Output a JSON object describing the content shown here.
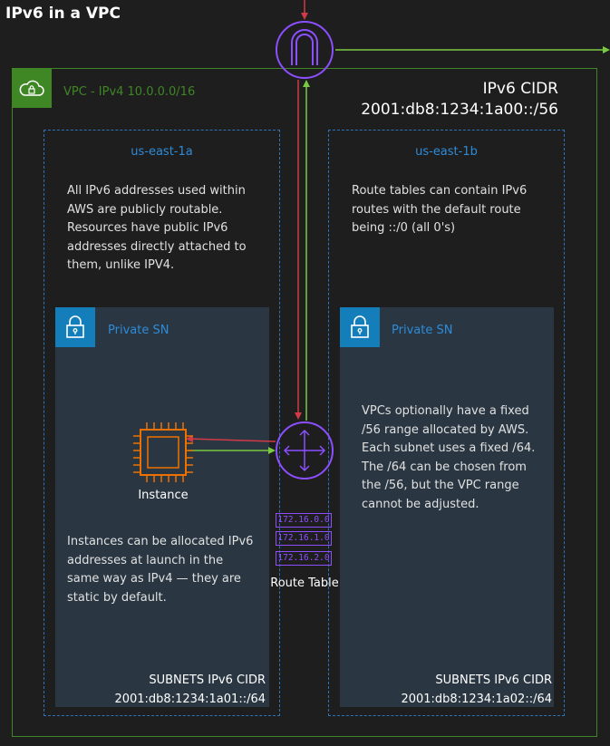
{
  "title": "IPv6 in a VPC",
  "vpc": {
    "label": "VPC - IPv4 10.0.0.0/16",
    "cidr_title": "IPv6 CIDR",
    "cidr_value": "2001:db8:1234:1a00::/56"
  },
  "zones": [
    {
      "name": "us-east-1a",
      "note": "All IPv6 addresses used within AWS are publicly routable. Resources have public IPv6 addresses directly attached to them, unlike IPV4.",
      "subnet": {
        "label": "Private SN",
        "cidr_title": "SUBNETS IPv6 CIDR",
        "cidr_value": "2001:db8:1234:1a01::/64"
      }
    },
    {
      "name": "us-east-1b",
      "note": "Route tables can contain IPv6 routes with the default route being ::/0 (all 0's)",
      "subnet": {
        "label": "Private SN",
        "cidr_title": "SUBNETS IPv6 CIDR",
        "cidr_value": "2001:db8:1234:1a02::/64"
      }
    }
  ],
  "instance": {
    "label": "Instance",
    "note": "Instances can be allocated IPv6 addresses at launch in the same way as IPv4 — they are static by default."
  },
  "vpc_note": "VPCs optionally have a fixed /56 range allocated by AWS. Each subnet uses a fixed /64. The /64 can be chosen from the /56, but the VPC range cannot be adjusted.",
  "route_table": {
    "label": "Route Table",
    "rows": [
      "172.16.0.0",
      "172.16.1.0",
      "172.16.2.0"
    ]
  },
  "colors": {
    "vpc": "#3f8624",
    "az": "#2e73b8",
    "subnet_fill": "#2a3742",
    "subnet_badge": "#147eba",
    "router": "#8c4fff",
    "instance": "#ed7100",
    "inbound_arrow": "#d13a47",
    "outbound_arrow": "#7ac943"
  }
}
